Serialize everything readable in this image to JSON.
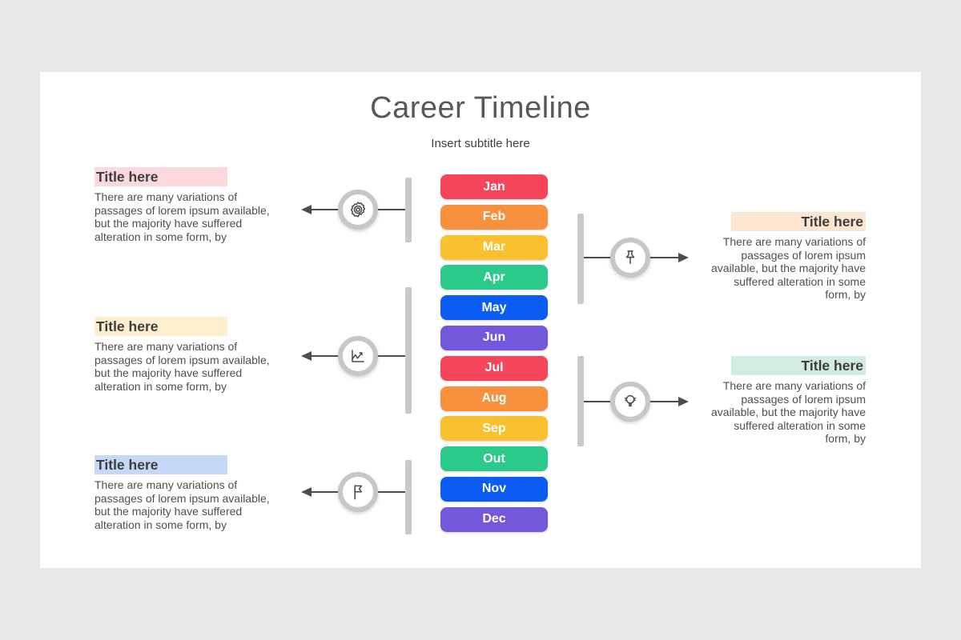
{
  "slide": {
    "title": "Career Timeline",
    "subtitle": "Insert subtitle here"
  },
  "months": [
    {
      "label": "Jan",
      "color": "#F4455A"
    },
    {
      "label": "Feb",
      "color": "#F8913D"
    },
    {
      "label": "Mar",
      "color": "#F9C12F"
    },
    {
      "label": "Apr",
      "color": "#2BC98A"
    },
    {
      "label": "May",
      "color": "#0B5CF2"
    },
    {
      "label": "Jun",
      "color": "#7458DB"
    },
    {
      "label": "Jul",
      "color": "#F4455A"
    },
    {
      "label": "Aug",
      "color": "#F8913D"
    },
    {
      "label": "Sep",
      "color": "#F9C12F"
    },
    {
      "label": "Out",
      "color": "#2BC98A"
    },
    {
      "label": "Nov",
      "color": "#0B5CF2"
    },
    {
      "label": "Dec",
      "color": "#7458DB"
    }
  ],
  "left_blocks": [
    {
      "title": "Title here",
      "highlight": "#FAD8DC",
      "icon": "gear-icon",
      "body": "There are many variations of passages of lorem ipsum available, but the majority have suffered alteration in some form, by"
    },
    {
      "title": "Title here",
      "highlight": "#FCF0CF",
      "icon": "chart-icon",
      "body": "There are many variations of passages of lorem ipsum available, but the majority have suffered alteration in some form, by"
    },
    {
      "title": "Title here",
      "highlight": "#C5D9F7",
      "icon": "flag-icon",
      "body": "There are many variations of passages of lorem ipsum available, but the majority have suffered alteration in some form, by"
    }
  ],
  "right_blocks": [
    {
      "title": "Title here",
      "highlight": "#FCE6D0",
      "icon": "pin-icon",
      "body": "There are many variations of passages of lorem ipsum available, but the majority have suffered alteration in some form, by"
    },
    {
      "title": "Title here",
      "highlight": "#D2ECDF",
      "icon": "bulb-icon",
      "body": "There are many variations of passages of lorem ipsum available, but the majority have suffered alteration in some form, by"
    }
  ],
  "colors": {
    "canvas_matte": "#E9E8E9",
    "slide_background": "#FFFFFF",
    "connector_line": "#4D4D4D",
    "timeline_bar": "#C9C9C9",
    "circle_ring": "#C7C7C7"
  }
}
